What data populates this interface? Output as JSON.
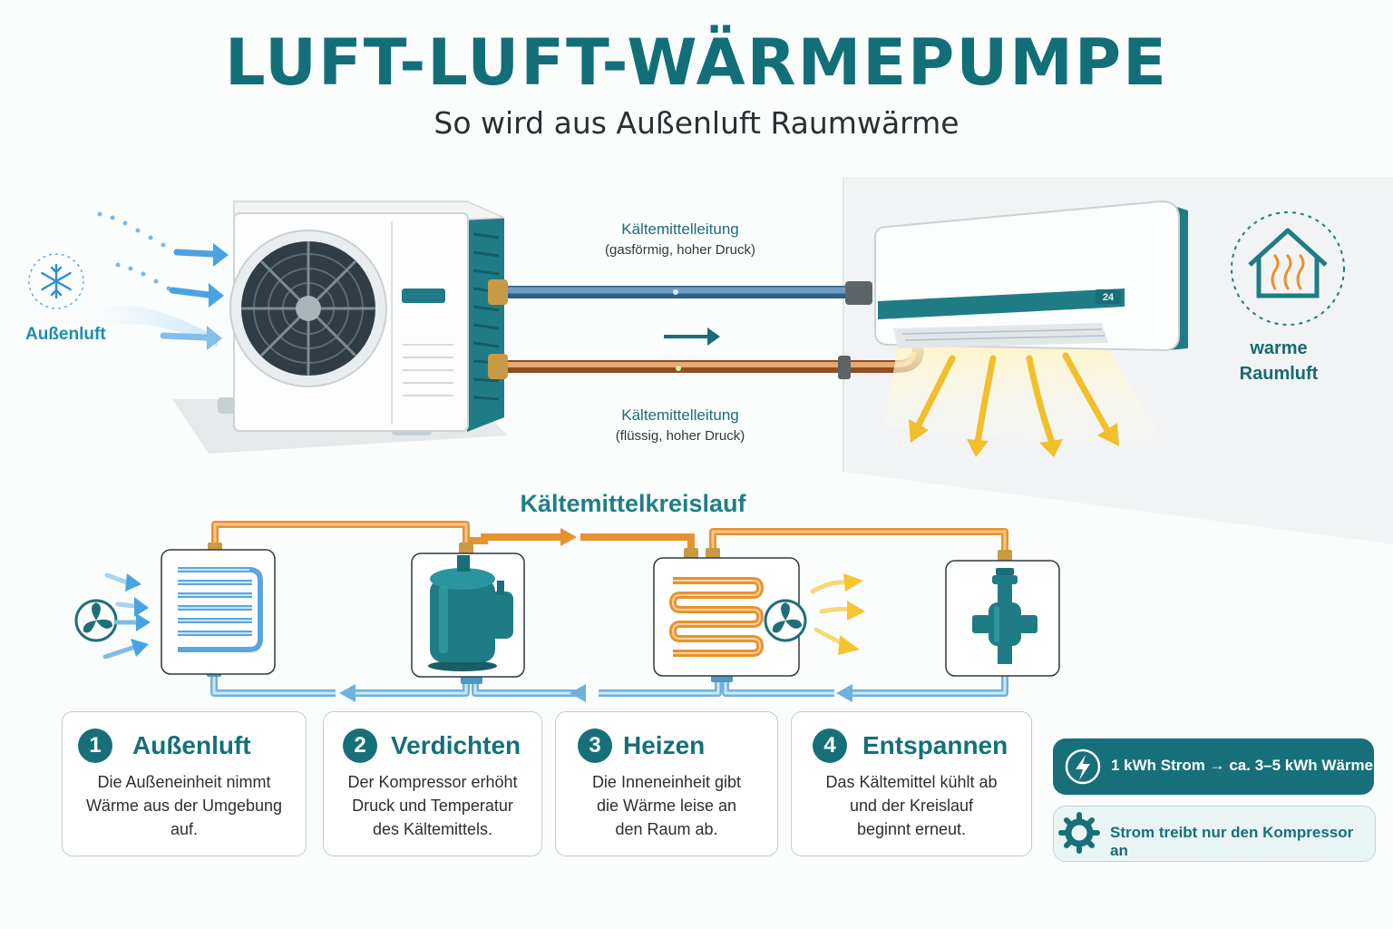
{
  "title": "LUFT-LUFT-WÄRMEPUMPE",
  "subtitle": "So wird aus Außenluft Raumwärme",
  "labels": {
    "outside_air": "Außenluft",
    "warm_air_line1": "warme",
    "warm_air_line2": "Raumluft",
    "gas_line_title": "Kältemittelleitung",
    "gas_line_detail": "(gasförmig, hoher Druck)",
    "liquid_line_title": "Kältemittelleitung",
    "liquid_line_detail": "(flüssig, hoher Druck)",
    "indoor_display": "24",
    "circuit_title": "Kältemittelkreislauf"
  },
  "steps": [
    {
      "number": "1",
      "title": "Außenluft",
      "desc": [
        "Die Außeneinheit nimmt",
        "Wärme aus der Umgebung auf."
      ]
    },
    {
      "number": "2",
      "title": "Verdichten",
      "desc": [
        "Der Kompressor erhöht",
        "Druck und Temperatur",
        "des Kältemittels."
      ]
    },
    {
      "number": "3",
      "title": "Heizen",
      "desc": [
        "Die Inneneinheit gibt",
        "die Wärme leise an",
        "den Raum ab."
      ]
    },
    {
      "number": "4",
      "title": "Entspannen",
      "desc": [
        "Das Kältemittel kühlt ab",
        "und der Kreislauf",
        "beginnt erneut."
      ]
    }
  ],
  "info": {
    "efficiency": "1 kWh Strom → ca. 3–5 kWh Wärme",
    "compressor_note": "Strom treibt nur den Kompressor an"
  },
  "icons": [
    "snowflake-icon",
    "house-heat-icon",
    "lightning-icon",
    "gear-icon",
    "fan-icon"
  ],
  "colors": {
    "teal": "#177079",
    "hot_pipe": "#e8922f",
    "cold_pipe": "#7fbbe3",
    "warm_air": "#f5c531",
    "cold_air": "#4aa3e0"
  }
}
